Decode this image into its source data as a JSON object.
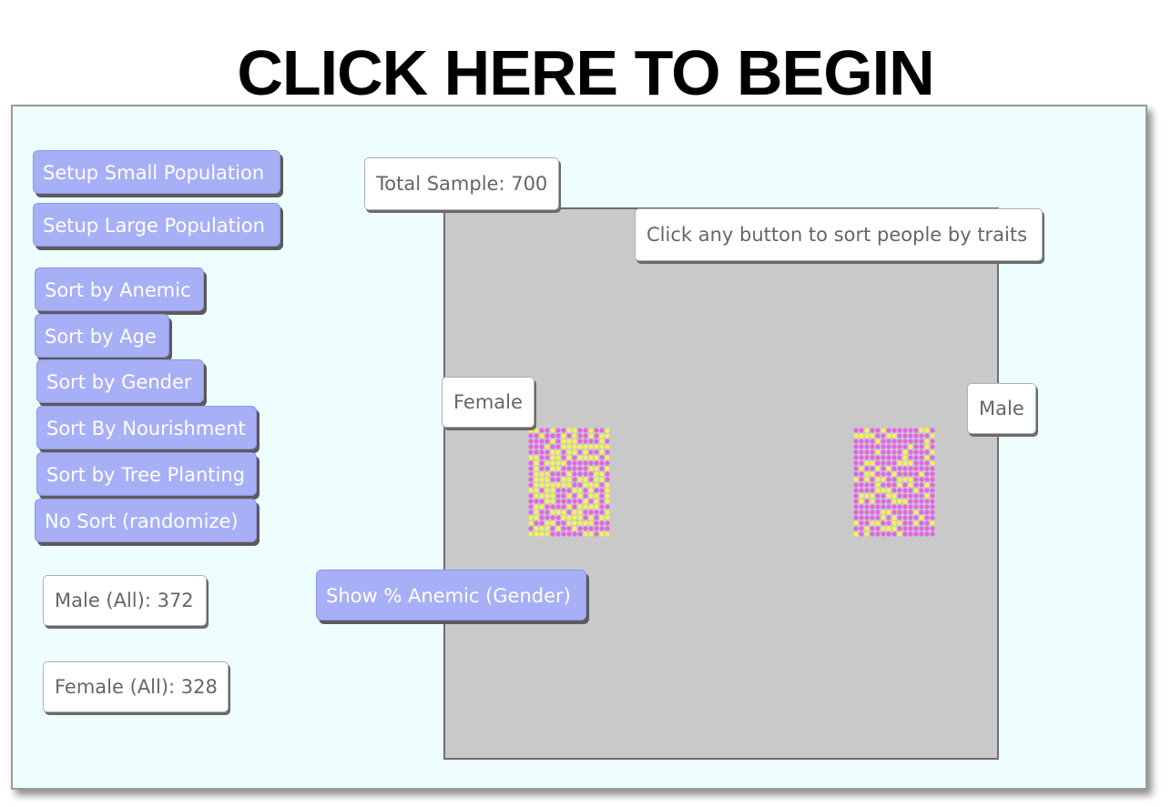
{
  "banner": {
    "text": "CLICK HERE TO BEGIN"
  },
  "buttons": {
    "setup_small": "Setup Small Population",
    "setup_large": "Setup Large Population",
    "sort_anemic": "Sort by Anemic",
    "sort_age": "Sort by Age",
    "sort_gender": "Sort by Gender",
    "sort_nourishment": "Sort By Nourishment",
    "sort_tree": "Sort by Tree Planting",
    "no_sort": "No Sort (randomize)",
    "show_pct": "Show % Anemic (Gender)"
  },
  "monitors": {
    "total_sample": "Total Sample: 700",
    "instruction": "Click any button to sort people by traits",
    "female_label": "Female",
    "male_label": "Male",
    "male_all": "Male (All): 372",
    "female_all": "Female (All): 328"
  },
  "colors": {
    "button_bg": "#a7aff7",
    "panel_bg": "#eefeff",
    "world_bg": "#c9c9c9",
    "agent_yellow": "#f2f25a",
    "agent_magenta": "#e266e6"
  },
  "clusters": [
    {
      "name": "female-cluster",
      "cols": 15,
      "rows": 20,
      "magenta_ratio": 0.45
    },
    {
      "name": "male-cluster",
      "cols": 15,
      "rows": 20,
      "magenta_ratio": 0.72
    }
  ]
}
